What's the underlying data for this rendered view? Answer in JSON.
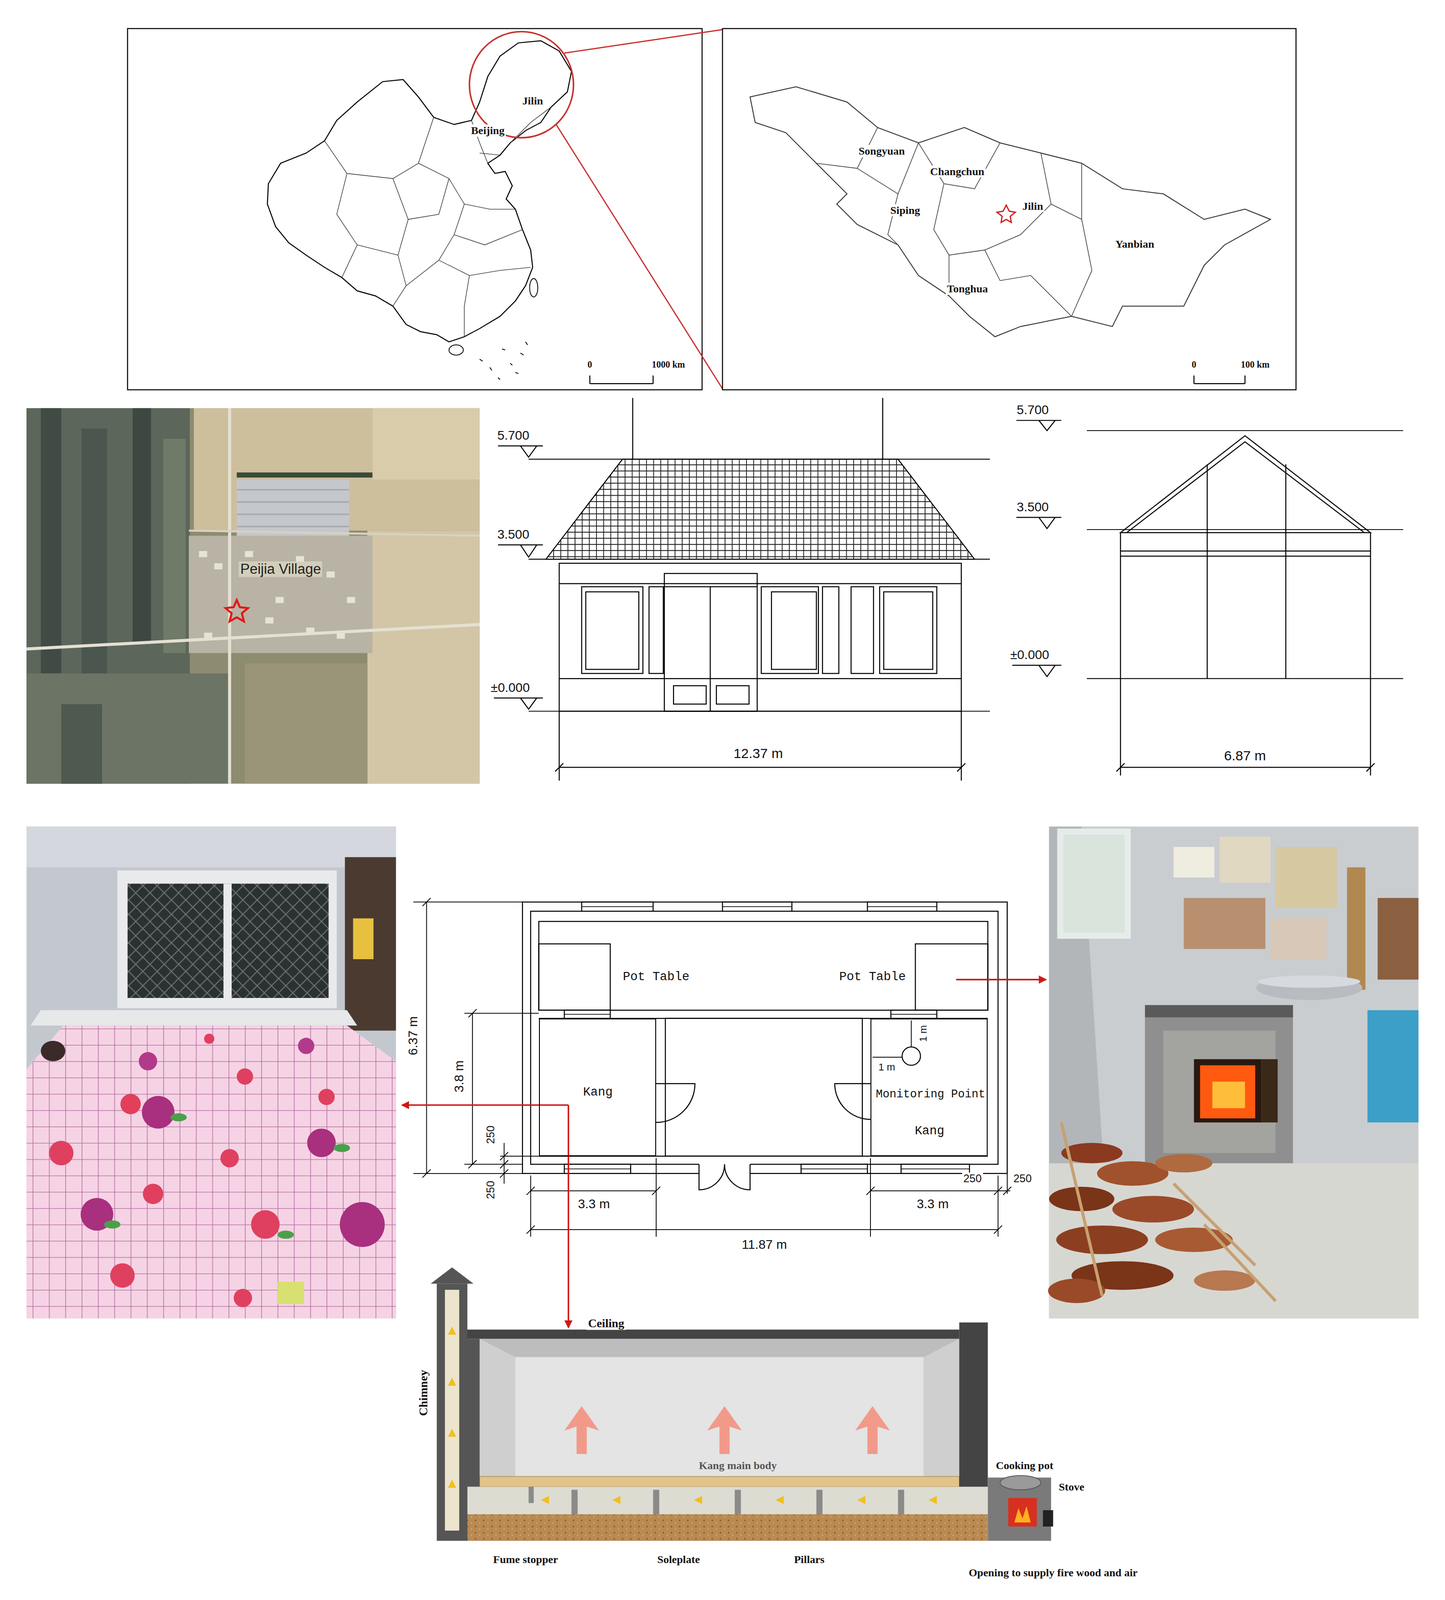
{
  "diagram": {
    "nodes": [
      {
        "text": [
          "Kang"
        ]
      },
      {
        "text": [
          "Monitoring Point",
          "Kang"
        ]
      }
    ],
    "labels": [
      "Jilin",
      "Beijing",
      "0",
      "1000 km",
      "Songyuan",
      "Changchun",
      "Siping",
      "Jilin",
      "Yanbian",
      "Tonghua",
      "0",
      "100 km",
      "Peijia Village",
      "5.700",
      "3.500",
      "±0.000",
      "12.37 m",
      "5.700",
      "3.500",
      "±0.000",
      "6.87 m",
      "Pot Table",
      "Pot Table",
      "6.37 m",
      "3.8 m",
      "250",
      "250",
      "3.3 m",
      "3.3 m",
      "11.87 m",
      "250",
      "250",
      "1 m",
      "1 m",
      "Ceiling",
      "Chimney",
      "Kang main body",
      "Cooking pot",
      "Stove",
      "Fume stopper",
      "Soleplate",
      "Pillars",
      "Opening to supply fire wood and air"
    ]
  }
}
